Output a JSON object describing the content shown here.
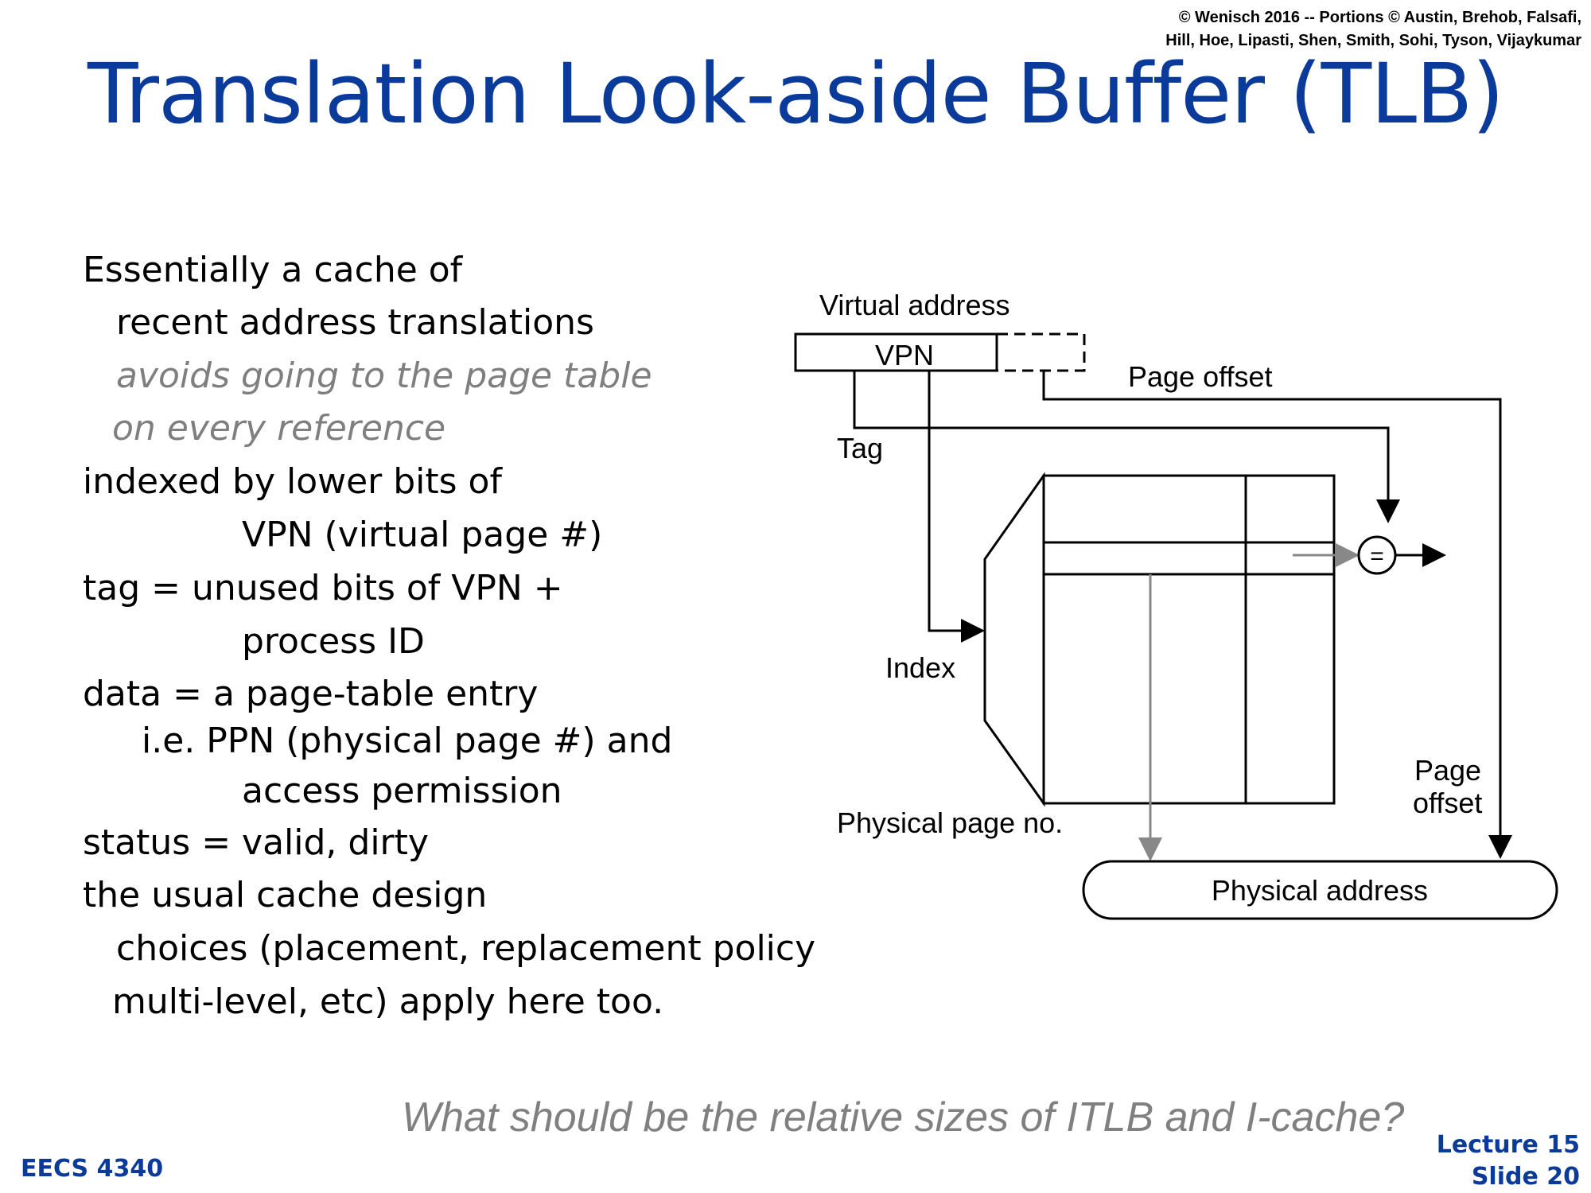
{
  "copyright": {
    "line1": "© Wenisch 2016 -- Portions © Austin, Brehob, Falsafi,",
    "line2": "Hill, Hoe, Lipasti, Shen, Smith, Sohi, Tyson, Vijaykumar"
  },
  "title": "Translation Look-aside Buffer (TLB)",
  "body": {
    "lines": [
      "Essentially a cache of",
      "recent address translations",
      "avoids going to the page table",
      "on every reference",
      "indexed by lower bits of",
      "VPN (virtual page #)",
      "tag = unused bits of VPN +",
      "process ID",
      "data = a page-table entry",
      "i.e. PPN (physical page #) and",
      "access permission",
      "status = valid, dirty",
      "the usual cache design",
      "choices (placement, replacement policy",
      "multi-level, etc) apply here too."
    ]
  },
  "diagram": {
    "virtual_address": "Virtual address",
    "vpn": "VPN",
    "page_offset_top": "Page offset",
    "tag": "Tag",
    "index": "Index",
    "comparator": "=",
    "page_offset_right_1": "Page",
    "page_offset_right_2": "offset",
    "physical_page_no": "Physical page no.",
    "physical_address": "Physical address"
  },
  "question": "What should be the relative sizes of ITLB and I-cache?",
  "footer": {
    "course": "EECS 4340",
    "lecture": "Lecture 15",
    "slide": "Slide 20"
  }
}
